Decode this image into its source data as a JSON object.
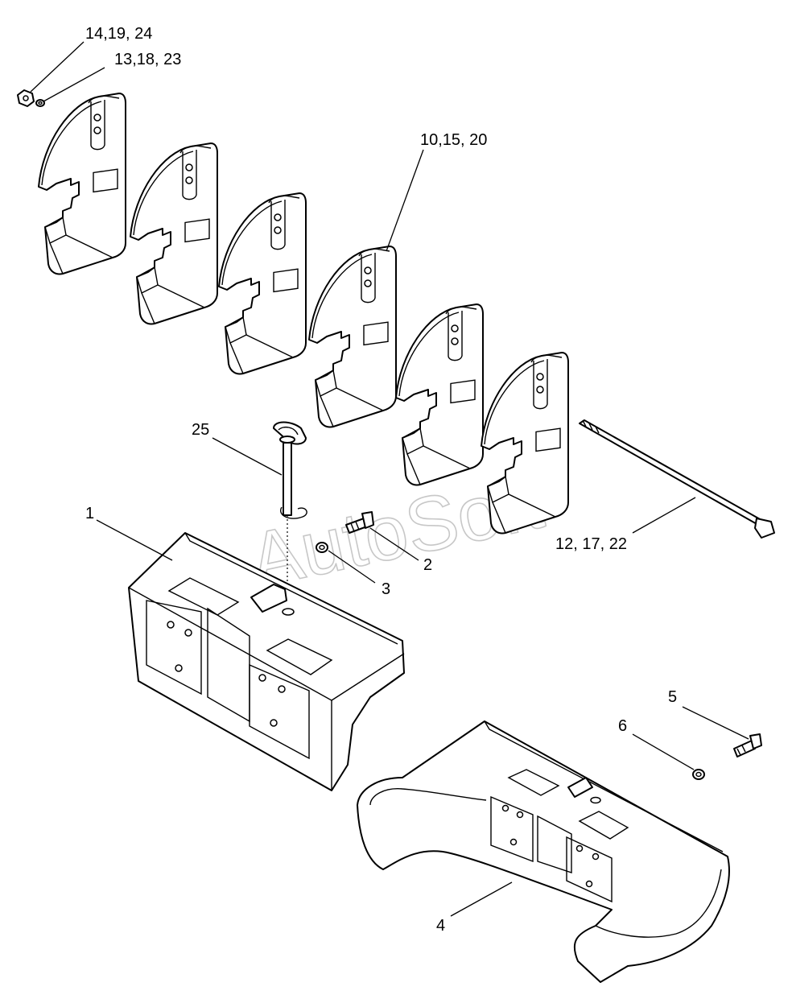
{
  "diagram": {
    "watermark": "AutoSoft",
    "callouts": {
      "nut": "14,19, 24",
      "washer_top": "13,18, 23",
      "weight": "10,15, 20",
      "pin": "25",
      "base_weight": "1",
      "bolt": "2",
      "washer": "3",
      "rod": "12, 17, 22",
      "bolt_lower": "5",
      "washer_lower": "6",
      "bracket": "4"
    }
  }
}
